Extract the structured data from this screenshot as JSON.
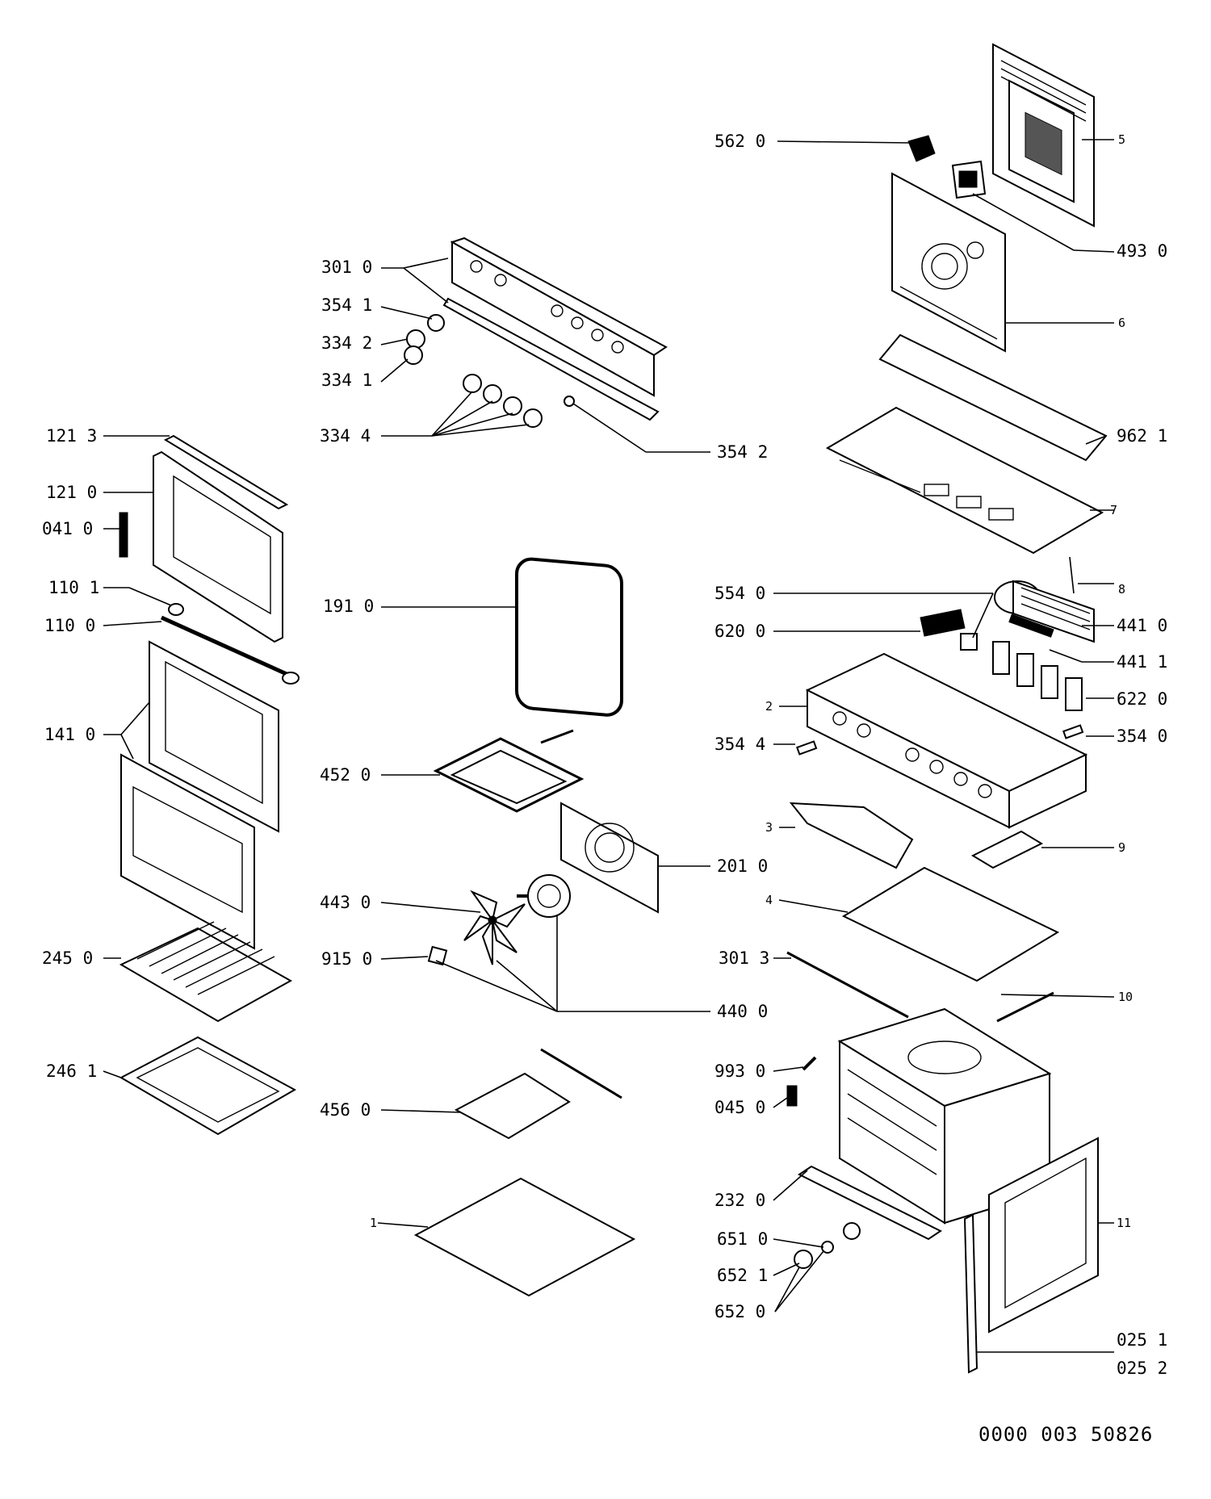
{
  "labels": {
    "l562_0": "562 0",
    "l493_0": "493 0",
    "l5": "5",
    "l6": "6",
    "l301_0": "301 0",
    "l354_1": "354 1",
    "l334_2": "334 2",
    "l334_1": "334 1",
    "l334_4": "334 4",
    "l354_2": "354 2",
    "l962_1": "962 1",
    "l7": "7",
    "l121_3": "121 3",
    "l121_0": "121 0",
    "l041_0": "041 0",
    "l110_1": "110 1",
    "l110_0": "110 0",
    "l141_0": "141 0",
    "l191_0": "191 0",
    "l8": "8",
    "l554_0": "554 0",
    "l441_0": "441 0",
    "l620_0": "620 0",
    "l441_1": "441 1",
    "l2": "2",
    "l622_0": "622 0",
    "l354_4": "354 4",
    "l354_0": "354 0",
    "l452_0": "452 0",
    "l3": "3",
    "l9": "9",
    "l201_0": "201 0",
    "l4": "4",
    "l443_0": "443 0",
    "l245_0": "245 0",
    "l915_0": "915 0",
    "l301_3": "301 3",
    "l10": "10",
    "l440_0": "440 0",
    "l246_1": "246 1",
    "l993_0": "993 0",
    "l045_0": "045 0",
    "l456_0": "456 0",
    "l232_0": "232 0",
    "l1": "1",
    "l11": "11",
    "l651_0": "651 0",
    "l652_1": "652 1",
    "l652_0": "652 0",
    "l025_1": "025 1",
    "l025_2": "025 2"
  },
  "drawing_code": "0000 003 50826"
}
